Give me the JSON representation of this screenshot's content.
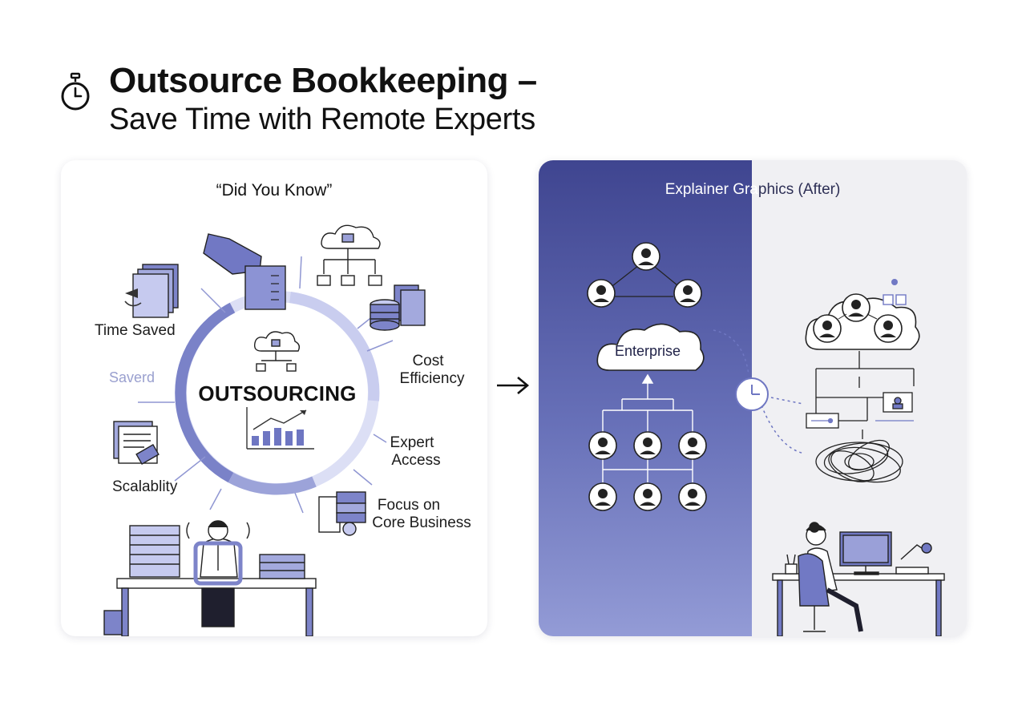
{
  "header": {
    "title_bold": "Outsource Bookkeeping –",
    "title_light": "Save Time with Remote Experts"
  },
  "left_panel": {
    "title": "“Did You Know”",
    "hub_label": "OUTSOURCING",
    "labels": {
      "time_saved": "Time Saved",
      "saved": "Saverd",
      "scalability": "Scalablity",
      "cost_1": "Cost",
      "cost_2": "Efficiency",
      "expert_1": "Expert",
      "expert_2": "Access",
      "focus_1": "Focus on",
      "focus_2": "Core Business"
    }
  },
  "right_panel": {
    "title_dark_part": "Explainer Gra",
    "title_light_part": "phics (After)",
    "enterprise_label": "Enterprise"
  },
  "colors": {
    "accent": "#7179c4",
    "accent_light": "#c9cdef",
    "panel_dark": "#3f4590",
    "panel_light": "#f0f0f3",
    "ink": "#111111"
  }
}
